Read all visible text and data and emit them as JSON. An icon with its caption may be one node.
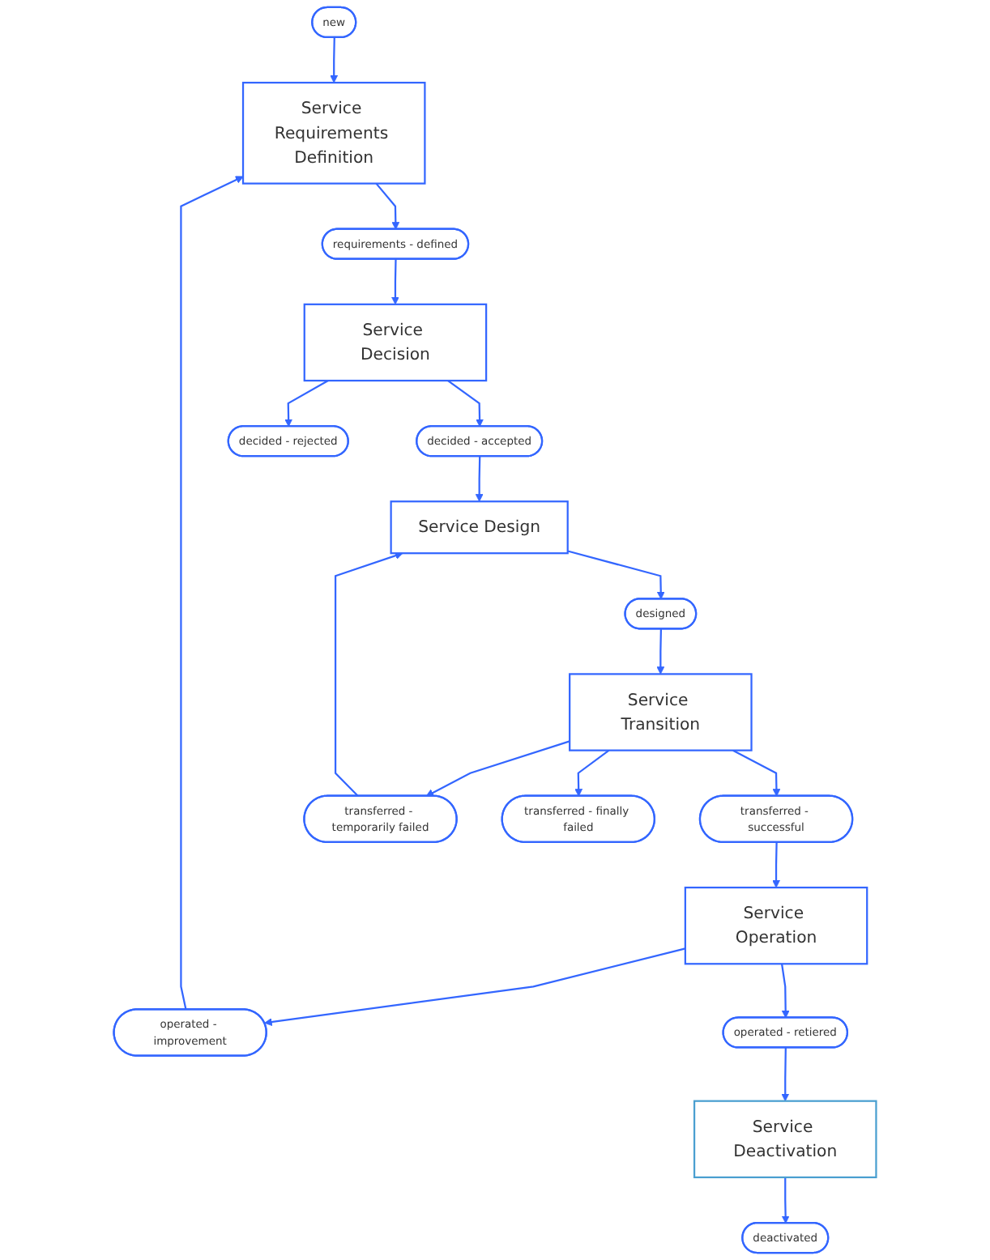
{
  "diagram": {
    "nodes": [
      {
        "text": [
          "new"
        ]
      },
      {
        "text": [
          "operated - improvement"
        ]
      },
      {
        "text": [
          "Service Requirements Definition"
        ]
      },
      {
        "text": [
          "Service Design"
        ]
      },
      {
        "text": [
          "Service Operation"
        ]
      },
      {
        "text": [
          "requirements - defined"
        ]
      },
      {
        "text": [
          "decided - accepted"
        ]
      },
      {
        "text": [
          "designed"
        ]
      },
      {
        "text": [
          "transferred - successful"
        ]
      },
      {
        "text": [
          "operated - retiered"
        ]
      },
      {
        "text": [
          "Service Decision"
        ]
      },
      {
        "text": [
          "Service Transition"
        ]
      },
      {
        "text": [
          "Service Deactivation"
        ]
      },
      {
        "text": [
          "decided - rejected"
        ]
      },
      {
        "text": [
          "transferred - temporarily failed"
        ]
      },
      {
        "text": [
          "transferred - finally failed"
        ]
      },
      {
        "text": [
          "deactivated"
        ]
      }
    ],
    "edges": [
      {
        "from": 0,
        "to": 2,
        "arrow": "to"
      },
      {
        "from": 1,
        "to": 2,
        "arrow": "to"
      },
      {
        "from": 4,
        "to": 1,
        "arrow": "to"
      },
      {
        "from": 2,
        "to": 5,
        "arrow": "to"
      },
      {
        "from": 5,
        "to": 10,
        "arrow": "to"
      },
      {
        "from": 10,
        "to": 6,
        "arrow": "to"
      },
      {
        "from": 6,
        "to": 3,
        "arrow": "to"
      },
      {
        "from": 3,
        "to": 7,
        "arrow": "to"
      },
      {
        "from": 7,
        "to": 11,
        "arrow": "to"
      },
      {
        "from": 11,
        "to": 8,
        "arrow": "to"
      },
      {
        "from": 8,
        "to": 4,
        "arrow": "to"
      },
      {
        "from": 4,
        "to": 9,
        "arrow": "to"
      },
      {
        "from": 9,
        "to": 12,
        "arrow": "to"
      },
      {
        "from": 10,
        "to": 13,
        "arrow": "to"
      },
      {
        "from": 11,
        "to": 14,
        "arrow": "to"
      },
      {
        "from": 11,
        "to": 15,
        "arrow": "to"
      },
      {
        "from": 14,
        "to": 3,
        "arrow": "to"
      },
      {
        "from": 12,
        "to": 16,
        "arrow": "to"
      }
    ]
  }
}
